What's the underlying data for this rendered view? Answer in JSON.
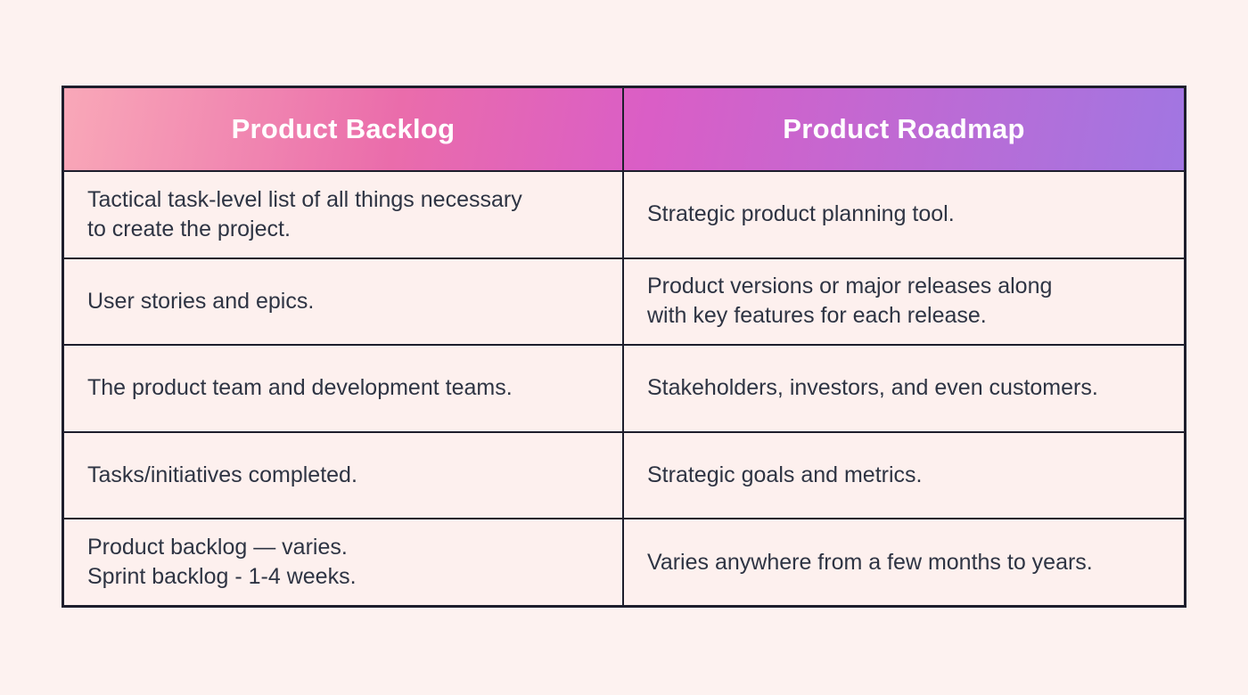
{
  "page": {
    "background_color": "#fdf2f0",
    "cell_background_color": "#fdf0ee",
    "border_color": "#1d1e2c",
    "header_text_color": "#ffffff",
    "body_text_color": "#2e3443",
    "header_gradient": [
      "#f9a8b8",
      "#ea6cab",
      "#da5ec6",
      "#a176e2"
    ]
  },
  "table": {
    "headers": [
      {
        "label": "Product Backlog"
      },
      {
        "label": "Product Roadmap"
      }
    ],
    "rows": [
      {
        "backlog": "Tactical task-level list of all things necessary\nto create the project.",
        "roadmap": "Strategic product planning tool."
      },
      {
        "backlog": "User stories and epics.",
        "roadmap": "Product versions or major releases along\nwith key features for each release."
      },
      {
        "backlog": "The product team and development teams.",
        "roadmap": "Stakeholders, investors, and even customers."
      },
      {
        "backlog": "Tasks/initiatives completed.",
        "roadmap": "Strategic goals and metrics."
      },
      {
        "backlog": "Product backlog — varies.\nSprint backlog - 1-4 weeks.",
        "roadmap": "Varies anywhere from a few months to years."
      }
    ]
  },
  "chart_data": {
    "type": "table",
    "title": "",
    "columns": [
      "Product Backlog",
      "Product Roadmap"
    ],
    "rows": [
      [
        "Tactical task-level list of all things necessary to create the project.",
        "Strategic product planning tool."
      ],
      [
        "User stories and epics.",
        "Product versions or major releases along with key features for each release."
      ],
      [
        "The product team and development teams.",
        "Stakeholders, investors, and even customers."
      ],
      [
        "Tasks/initiatives completed.",
        "Strategic goals and metrics."
      ],
      [
        "Product backlog — varies. Sprint backlog - 1-4 weeks.",
        "Varies anywhere from a few months to years."
      ]
    ],
    "layout_hints": {
      "header_gradient": "pink-to-purple left-to-right",
      "grid": "on",
      "columns_equal_width": true
    }
  }
}
